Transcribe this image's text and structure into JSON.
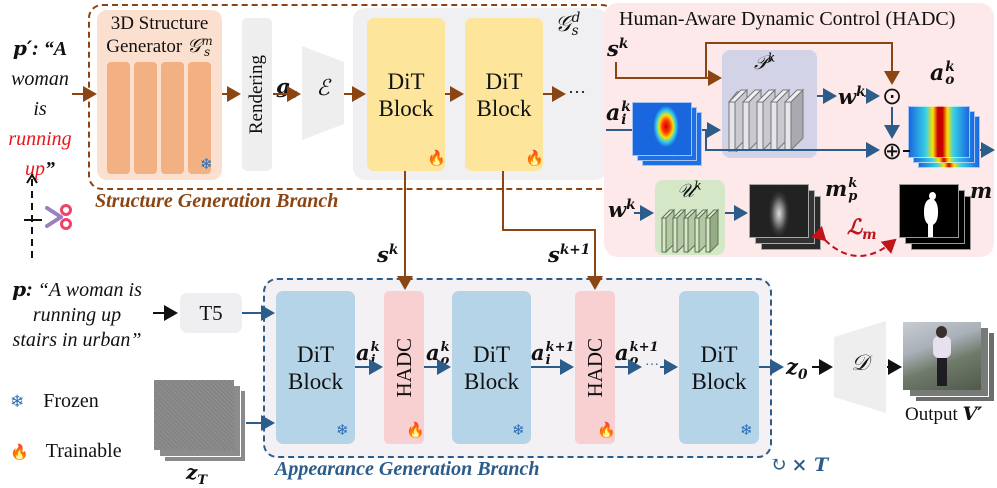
{
  "figure": {
    "structure_branch": {
      "label": "Structure Generation Branch",
      "color": "#8b4513",
      "generator_3d": {
        "title_line1": "3D Structure",
        "title_line2": "Generator",
        "symbol": "𝒢",
        "sub": "s",
        "sup": "m",
        "state_icon": "snowflake-icon"
      },
      "rendering_label": "Rendering",
      "gs_label": "g",
      "gs_sub": "s",
      "encoder_label": "ℰ",
      "dit_group": {
        "symbol": "𝒢",
        "sub": "s",
        "sup": "d",
        "blocks": [
          {
            "line1": "DiT",
            "line2": "Block",
            "state_icon": "fire-icon"
          },
          {
            "line1": "DiT",
            "line2": "Block",
            "state_icon": "fire-icon"
          }
        ],
        "ellipsis": "···"
      }
    },
    "prompt_prime": {
      "var": "p′",
      "colon": ":",
      "open_quote": "“A",
      "line2": "woman",
      "line3": "is",
      "highlight_line1": "running",
      "highlight_line2": "up",
      "close_quote": "”",
      "highlight_color": "#e8161b"
    },
    "cut_icon": "scissors-icon",
    "prompt": {
      "var": "p",
      "colon": ":",
      "line1": "“A woman is",
      "line2": "running up",
      "line3": "stairs in urban”"
    },
    "t5_label": "T5",
    "legend": {
      "frozen": {
        "icon": "snowflake-icon",
        "label": "Frozen"
      },
      "trainable": {
        "icon": "fire-icon",
        "label": "Trainable"
      }
    },
    "noise_label": {
      "base": "z",
      "sub": "T"
    },
    "appearance_branch": {
      "label": "Appearance Generation Branch",
      "color": "#2b5c8a",
      "blocks": [
        {
          "type": "dit",
          "line1": "DiT",
          "line2": "Block",
          "state_icon": "snowflake-icon"
        },
        {
          "type": "hadc",
          "label": "HADC",
          "state_icon": "fire-icon"
        },
        {
          "type": "dit",
          "line1": "DiT",
          "line2": "Block",
          "state_icon": "snowflake-icon"
        },
        {
          "type": "hadc",
          "label": "HADC",
          "state_icon": "fire-icon"
        },
        {
          "type": "dit",
          "line1": "DiT",
          "line2": "Block",
          "state_icon": "snowflake-icon"
        }
      ],
      "arrows": [
        {
          "base": "a",
          "sup": "k",
          "sub": "i"
        },
        {
          "base": "a",
          "sup": "k",
          "sub": "o"
        },
        {
          "base": "a",
          "sup": "k+1",
          "sub": "i"
        },
        {
          "base": "a",
          "sup": "k+1",
          "sub": "o"
        }
      ],
      "ellipsis": "···",
      "loop": {
        "icon": "loop-arrow-icon",
        "label": "× T"
      }
    },
    "s_inputs": [
      {
        "base": "s",
        "sup": "k"
      },
      {
        "base": "s",
        "sup": "k+1"
      }
    ],
    "z0_label": {
      "base": "z",
      "sub": "0"
    },
    "decoder_label": "𝒟",
    "output_label": "Output",
    "output_var": "V′",
    "hadc_panel": {
      "title": "Human-Aware Dynamic Control (HADC)",
      "bg_color": "#fde8ea",
      "s_input": {
        "base": "s",
        "sup": "k"
      },
      "a_in": {
        "base": "a",
        "sup": "k",
        "sub": "i"
      },
      "p_module": {
        "symbol": "𝒫",
        "sup": "k"
      },
      "w_out": {
        "base": "w",
        "sup": "k"
      },
      "odot": "⊙",
      "oplus": "⊕",
      "a_out": {
        "base": "a",
        "sup": "k",
        "sub": "o"
      },
      "w_in": {
        "base": "w",
        "sup": "k"
      },
      "u_module": {
        "symbol": "𝒰",
        "sup": "k"
      },
      "mask_pred": {
        "base": "m",
        "sup": "k",
        "sub": "p"
      },
      "mask_gt": {
        "base": "m"
      },
      "loss": {
        "symbol": "ℒ",
        "sub": "m",
        "color": "#c0141b"
      }
    }
  }
}
